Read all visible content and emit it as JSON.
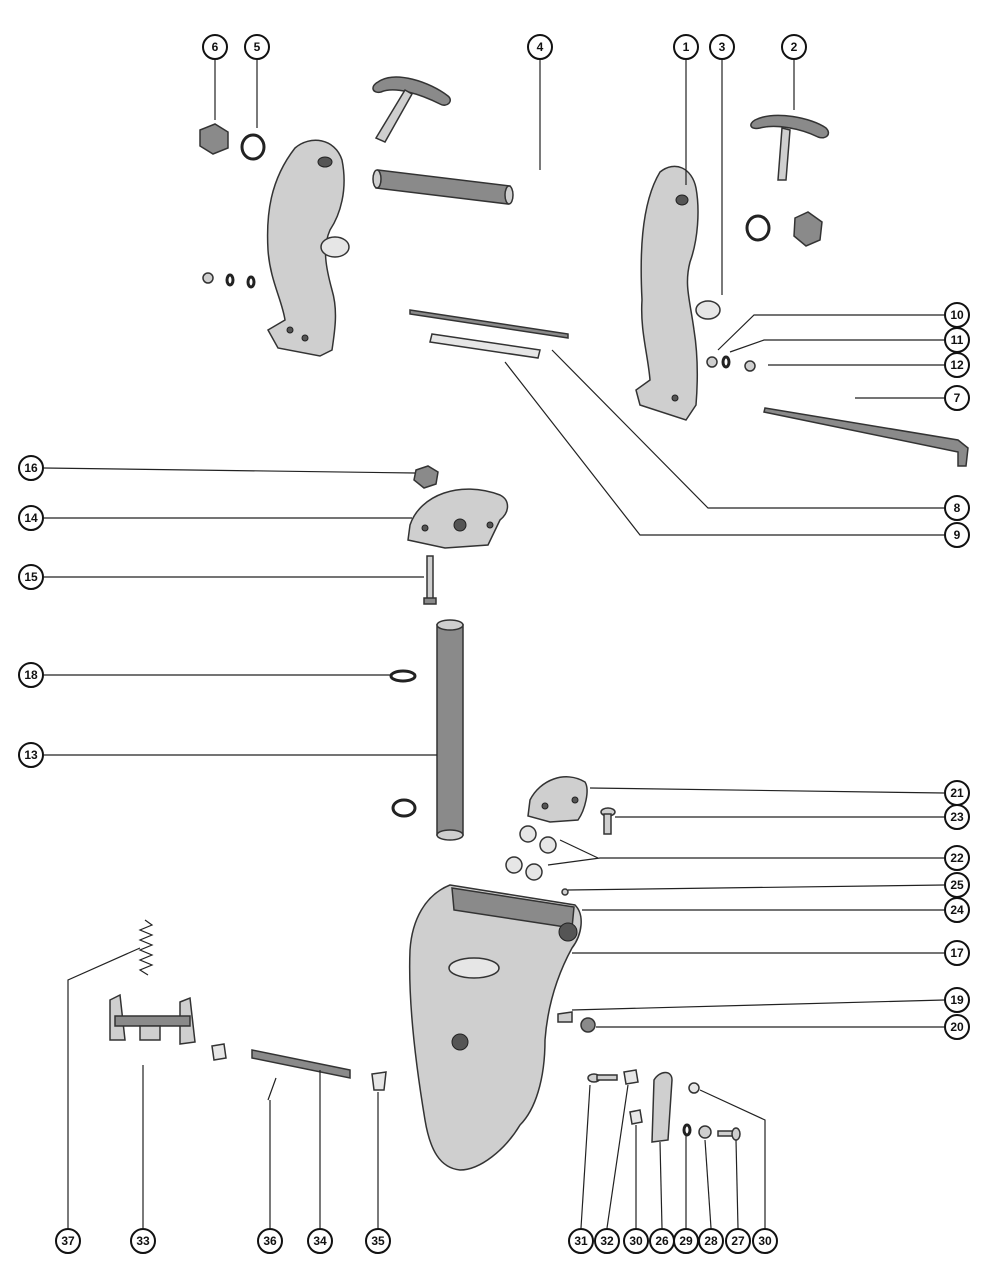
{
  "callouts": [
    {
      "label": "1"
    },
    {
      "label": "2"
    },
    {
      "label": "3"
    },
    {
      "label": "4"
    },
    {
      "label": "5"
    },
    {
      "label": "6"
    },
    {
      "label": "7"
    },
    {
      "label": "8"
    },
    {
      "label": "9"
    },
    {
      "label": "10"
    },
    {
      "label": "11"
    },
    {
      "label": "12"
    },
    {
      "label": "13"
    },
    {
      "label": "14"
    },
    {
      "label": "15"
    },
    {
      "label": "16"
    },
    {
      "label": "17"
    },
    {
      "label": "18"
    },
    {
      "label": "19"
    },
    {
      "label": "20"
    },
    {
      "label": "21"
    },
    {
      "label": "22"
    },
    {
      "label": "23"
    },
    {
      "label": "24"
    },
    {
      "label": "25"
    },
    {
      "label": "31"
    },
    {
      "label": "32"
    },
    {
      "label": "30"
    },
    {
      "label": "26"
    },
    {
      "label": "29"
    },
    {
      "label": "28"
    },
    {
      "label": "27"
    },
    {
      "label": "30"
    },
    {
      "label": "37"
    },
    {
      "label": "33"
    },
    {
      "label": "36"
    },
    {
      "label": "34"
    },
    {
      "label": "35"
    }
  ]
}
